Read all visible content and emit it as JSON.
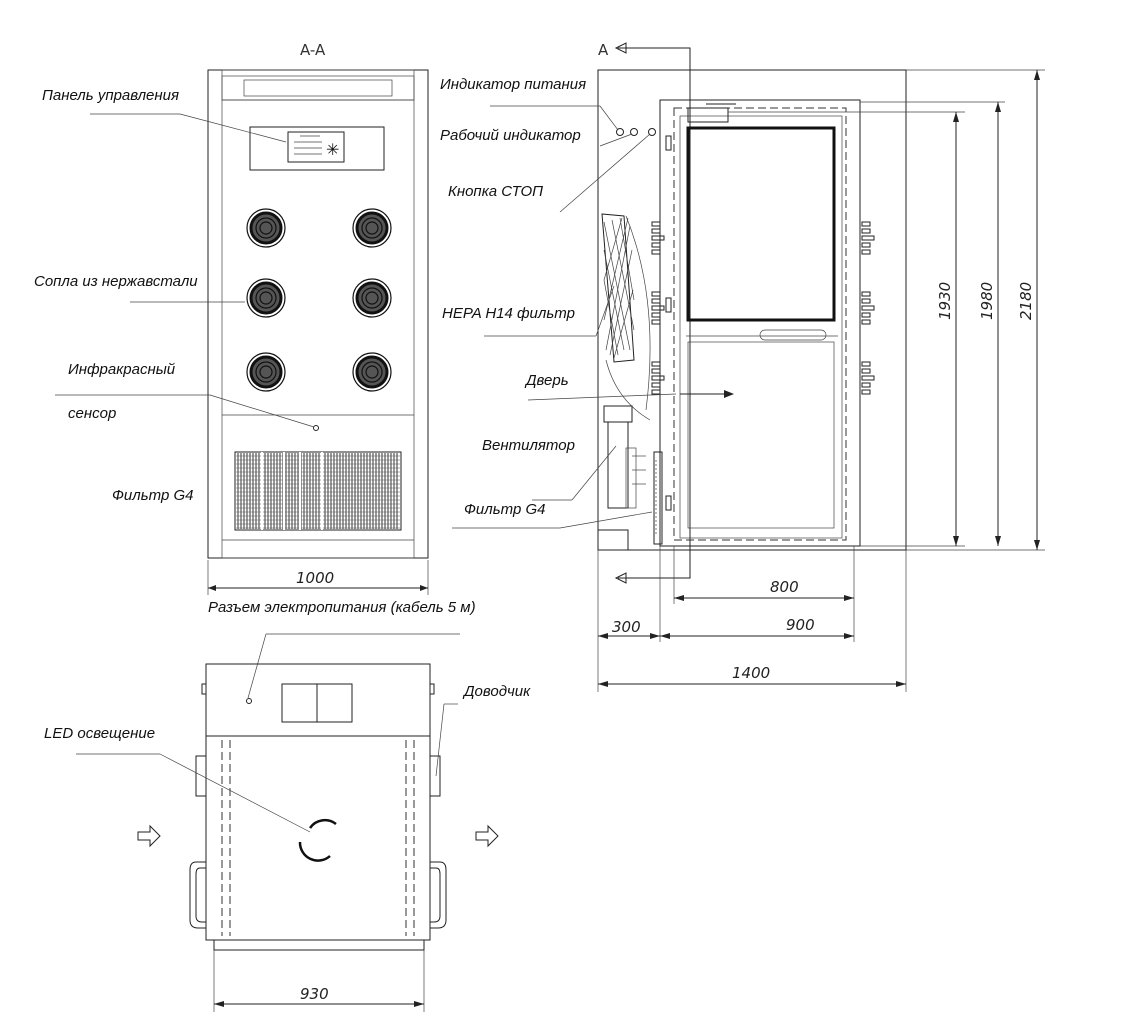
{
  "section_labels": {
    "front_section": "A-A",
    "side_marker": "A"
  },
  "labels": {
    "control_panel": "Панель управления",
    "power_indicator": "Индикатор питания",
    "work_indicator": "Рабочий индикатор",
    "stop_button": "Кнопка СТОП",
    "nozzles": "Сопла из нержавстали",
    "hepa_filter": "HEPA H14 фильтр",
    "ir_sensor_line1": "Инфракрасный",
    "ir_sensor_line2": "сенсор",
    "door": "Дверь",
    "fan": "Вентилятор",
    "g4_filter_front": "Фильтр G4",
    "g4_filter_side": "Фильтр G4",
    "power_connector": "Разъем электропитания (кабель 5 м)",
    "door_closer": "Доводчик",
    "led_light": "LED освещение"
  },
  "dimensions": {
    "front_width": "1000",
    "door_width": "800",
    "side_width_900": "900",
    "side_depth_300": "300",
    "total_length": "1400",
    "height_1930": "1930",
    "height_1980": "1980",
    "height_2180": "2180",
    "plan_width": "930"
  }
}
